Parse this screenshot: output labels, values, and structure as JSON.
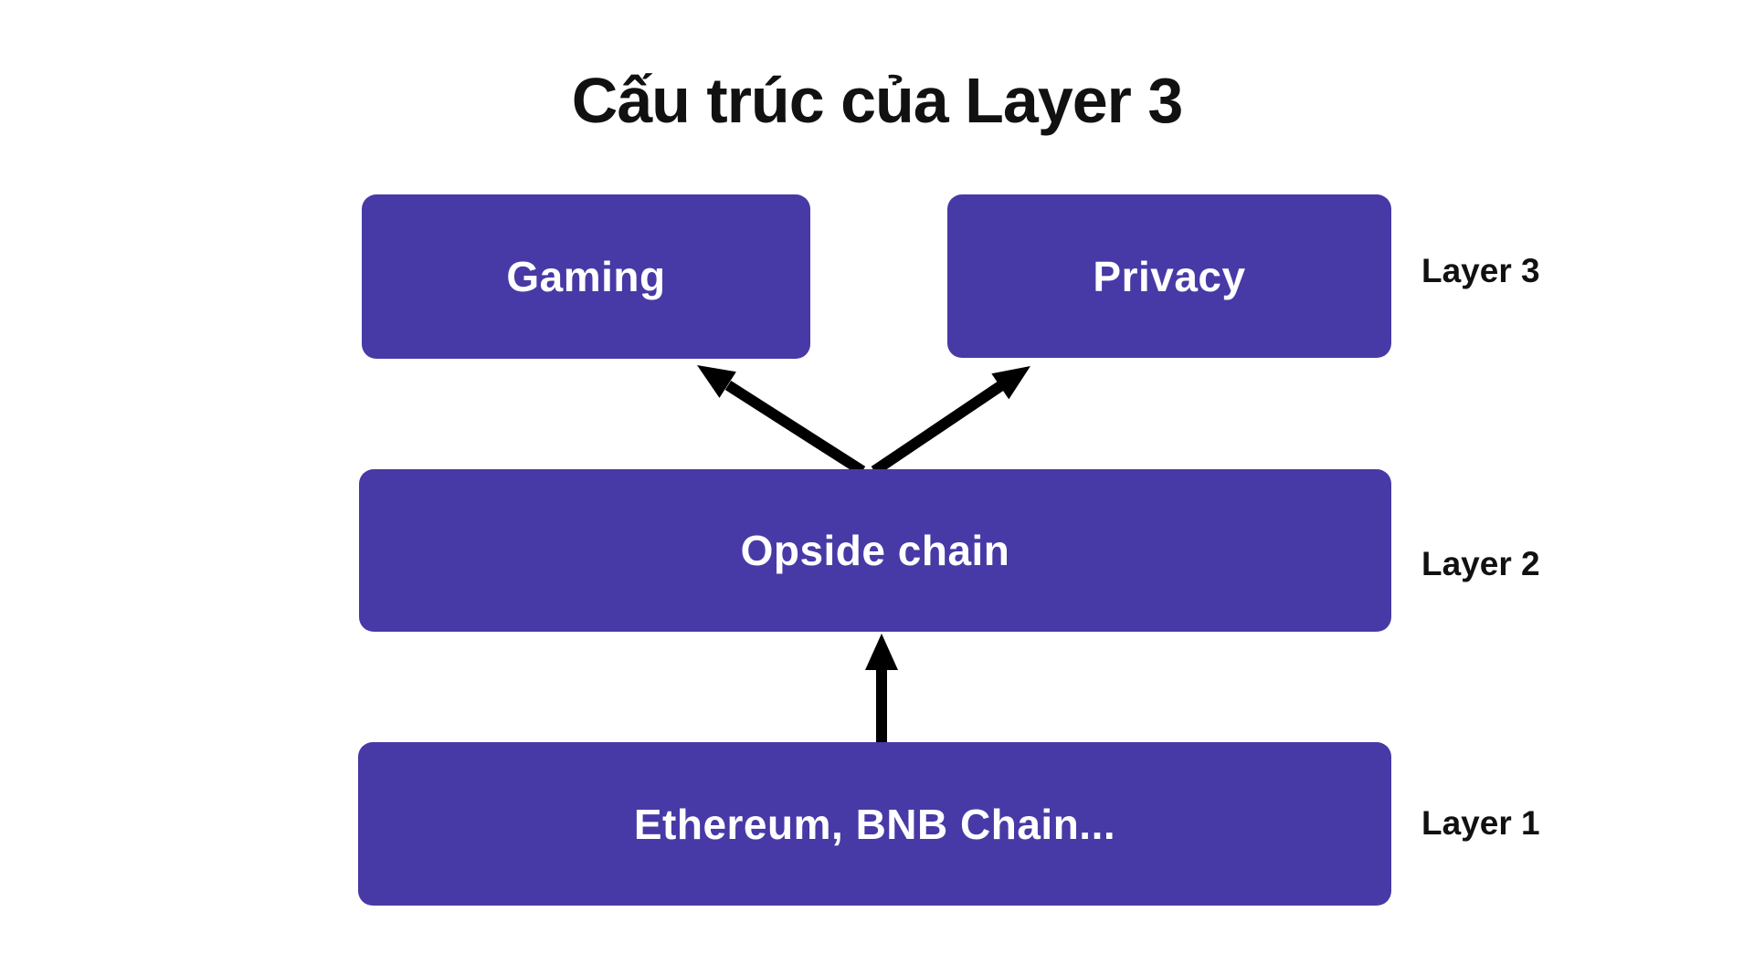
{
  "title": "Cấu trúc của Layer 3",
  "colors": {
    "node_fill": "#473AA6",
    "node_text": "#FFFFFF",
    "label_text": "#111111",
    "arrow": "#000000",
    "background": "#FFFFFF"
  },
  "nodes": {
    "gaming": {
      "label": "Gaming",
      "layer": "Layer 3"
    },
    "privacy": {
      "label": "Privacy",
      "layer": "Layer 3"
    },
    "opside": {
      "label": "Opside chain",
      "layer": "Layer 2"
    },
    "base": {
      "label": "Ethereum, BNB Chain...",
      "layer": "Layer 1"
    }
  },
  "layer_labels": [
    {
      "id": "layer-3",
      "text": "Layer 3"
    },
    {
      "id": "layer-2",
      "text": "Layer 2"
    },
    {
      "id": "layer-1",
      "text": "Layer 1"
    }
  ],
  "edges": [
    {
      "from": "base",
      "to": "opside"
    },
    {
      "from": "opside",
      "to": "gaming"
    },
    {
      "from": "opside",
      "to": "privacy"
    }
  ]
}
